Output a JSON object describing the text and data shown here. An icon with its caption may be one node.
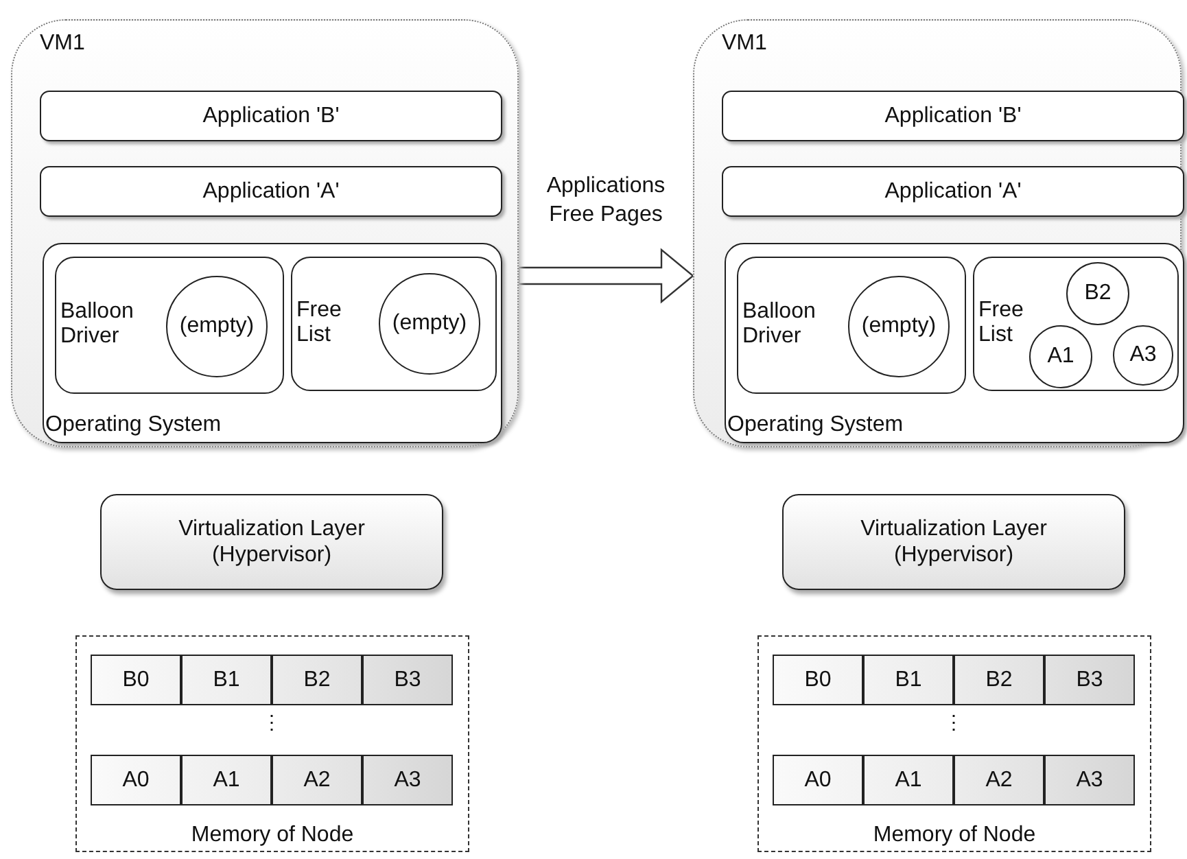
{
  "diagram": {
    "nodes": [
      {
        "text": [
          "VM1"
        ]
      },
      {
        "text": [
          "Application 'B'"
        ],
        "in": 0
      },
      {
        "text": [
          "Application 'A'"
        ],
        "in": 0
      },
      {
        "text": [
          "Operating System"
        ],
        "in": 0
      },
      {
        "text": [
          "Balloon Driver"
        ],
        "in": 3
      },
      {
        "text": [
          "(empty)"
        ],
        "in": 4
      },
      {
        "text": [
          "Free List"
        ],
        "in": 3
      },
      {
        "text": [
          "(empty)"
        ],
        "in": 6
      },
      {
        "text": [
          "Virtualization Layer (Hypervisor)"
        ]
      },
      {
        "text": [
          "Memory of Node"
        ]
      },
      {
        "text": [
          "B0"
        ],
        "in": 9
      },
      {
        "text": [
          "B1"
        ],
        "in": 9
      },
      {
        "text": [
          "B2"
        ],
        "in": 9
      },
      {
        "text": [
          "B3"
        ],
        "in": 9
      },
      {
        "text": [
          "A0"
        ],
        "in": 9
      },
      {
        "text": [
          "A1"
        ],
        "in": 9
      },
      {
        "text": [
          "A2"
        ],
        "in": 9
      },
      {
        "text": [
          "A3"
        ],
        "in": 9
      },
      {
        "text": [
          "VM1"
        ]
      },
      {
        "text": [
          "Application 'B'"
        ],
        "in": 18
      },
      {
        "text": [
          "Application 'A'"
        ],
        "in": 18
      },
      {
        "text": [
          "Operating System"
        ],
        "in": 18
      },
      {
        "text": [
          "Balloon Driver"
        ],
        "in": 21
      },
      {
        "text": [
          "(empty)"
        ],
        "in": 22
      },
      {
        "text": [
          "Free List"
        ],
        "in": 21
      },
      {
        "text": [
          "B2"
        ],
        "in": 24
      },
      {
        "text": [
          "A1"
        ],
        "in": 24
      },
      {
        "text": [
          "A3"
        ],
        "in": 24
      },
      {
        "text": [
          "Virtualization Layer (Hypervisor)"
        ]
      },
      {
        "text": [
          "Memory of Node"
        ]
      },
      {
        "text": [
          "B0"
        ],
        "in": 29
      },
      {
        "text": [
          "B1"
        ],
        "in": 29
      },
      {
        "text": [
          "B2"
        ],
        "in": 29
      },
      {
        "text": [
          "B3"
        ],
        "in": 29
      },
      {
        "text": [
          "A0"
        ],
        "in": 29
      },
      {
        "text": [
          "A1"
        ],
        "in": 29
      },
      {
        "text": [
          "A2"
        ],
        "in": 29
      },
      {
        "text": [
          "A3"
        ],
        "in": 29
      }
    ],
    "edges": [
      {
        "from": 0,
        "to": 18,
        "arrow": "to",
        "style": "thick",
        "label": "Applications Free Pages"
      }
    ],
    "labels": [
      "⋮",
      "⋮"
    ]
  }
}
